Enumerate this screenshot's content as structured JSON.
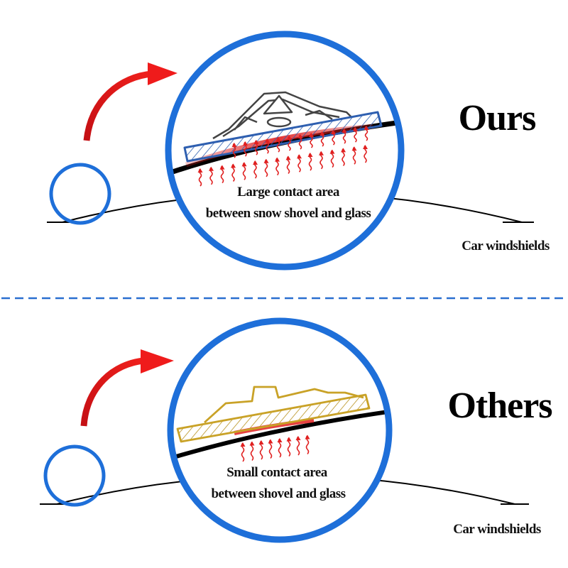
{
  "colors": {
    "circle_blue": "#1e6fd9",
    "arrow_red": "#e8141a",
    "heat_red": "#e02020",
    "divider_blue": "#2a6fd0",
    "ours_blade": "#2e5fb0",
    "others_blade": "#c9a227",
    "line_black": "#000000"
  },
  "top_panel": {
    "title": "Ours",
    "caption_line1": "Large contact area",
    "caption_line2": "between snow shovel and glass",
    "surface_label": "Car windshields"
  },
  "bottom_panel": {
    "title": "Others",
    "caption_line1": "Small contact area",
    "caption_line2": "between shovel and glass",
    "surface_label": "Car windshields"
  },
  "icons": {
    "arrow": "curved-arrow-icon",
    "heat": "heat-wave-icon",
    "magnifier": "magnifier-circle-icon"
  }
}
